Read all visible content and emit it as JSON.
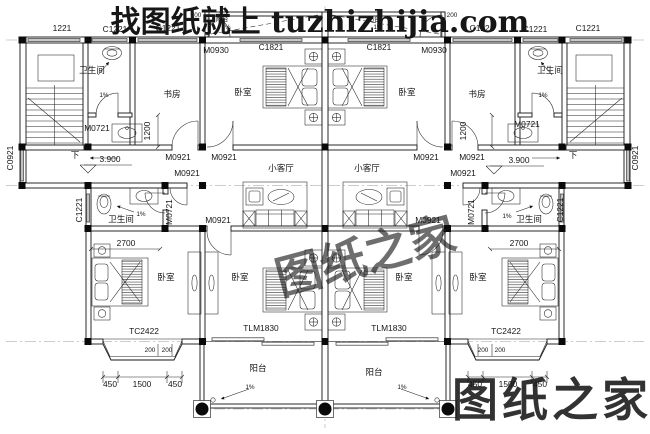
{
  "watermarks": {
    "top_banner": "找图纸就上 tuzhizhijia.com",
    "center_stamp": "图纸之家",
    "corner_stamp": "图纸之家",
    "red": "#e60012"
  },
  "codes": {
    "n1221": "1221",
    "c1221": "C1221",
    "c1821": "C1821",
    "c0921": "C0921",
    "m0930": "M0930",
    "m0921": "M0921",
    "m0721": "M0721",
    "tc2422": "TC2422",
    "tlm1830": "TLM1830"
  },
  "rooms": {
    "bedroom": "卧室",
    "study": "书房",
    "bathroom": "卫生间",
    "living_room": "小客厅",
    "balcony": "阳台"
  },
  "dims": {
    "d200": "200",
    "d450": "450",
    "d1200": "1200",
    "d1500": "1500",
    "d2700": "2700",
    "elev": "3.900",
    "slope": "1%",
    "down": "下"
  }
}
